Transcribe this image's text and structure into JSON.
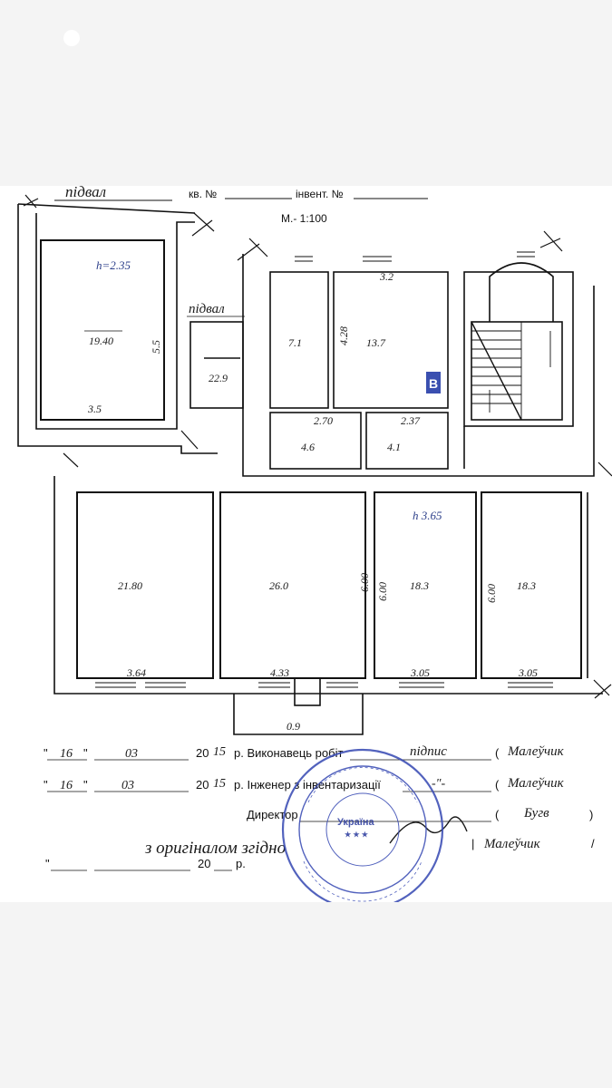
{
  "header": {
    "floor_title": "підвал",
    "apt_label": "кв. №",
    "inv_label": "інвент. №",
    "scale": "М.- 1:100"
  },
  "rooms": {
    "basement": {
      "height": "h=2.35",
      "area": "19.40",
      "dim_side": "5.5",
      "dim_bottom": "3.5"
    },
    "storage_label": "підвал",
    "storage_area": "22.9",
    "room_a": {
      "area": "7.1"
    },
    "room_b": {
      "area": "13.7",
      "dim_top": "3.2",
      "dim_side": "4.28",
      "marker": "В"
    },
    "hall_1": {
      "area": "4.6",
      "dim": "2.70"
    },
    "hall_2": {
      "area": "4.1",
      "dim": "2.37"
    },
    "ground_height": "h 3.65",
    "room_1": {
      "area": "21.80",
      "dim_bottom": "3.64"
    },
    "room_2": {
      "area": "26.0",
      "dim_bottom": "4.33",
      "dim_side": "6.00"
    },
    "room_3": {
      "area": "18.3",
      "dim_bottom": "3.05",
      "dim_side": "6.00"
    },
    "room_4": {
      "area": "18.3",
      "dim_bottom": "3.05",
      "dim_side": "6.00"
    },
    "porch_dim": "0.9"
  },
  "signatures": {
    "row1": {
      "day": "16",
      "month": "03",
      "year_prefix": "20",
      "year_suffix": "15",
      "suffix": "р. Виконавець робіт",
      "sign": "підпис",
      "name": "Малеўчик"
    },
    "row2": {
      "day": "16",
      "month": "03",
      "year_prefix": "20",
      "year_suffix": "15",
      "suffix": "р. Інженер з інвентаризації",
      "sign": "-\"-",
      "name": "Малеўчик"
    },
    "row3": {
      "label": "Директор",
      "name": "Бугв"
    },
    "row4": {
      "year_prefix": "20",
      "suffix": "р.",
      "note": "з оригіналом згідно",
      "name": "Малеўчик"
    }
  }
}
